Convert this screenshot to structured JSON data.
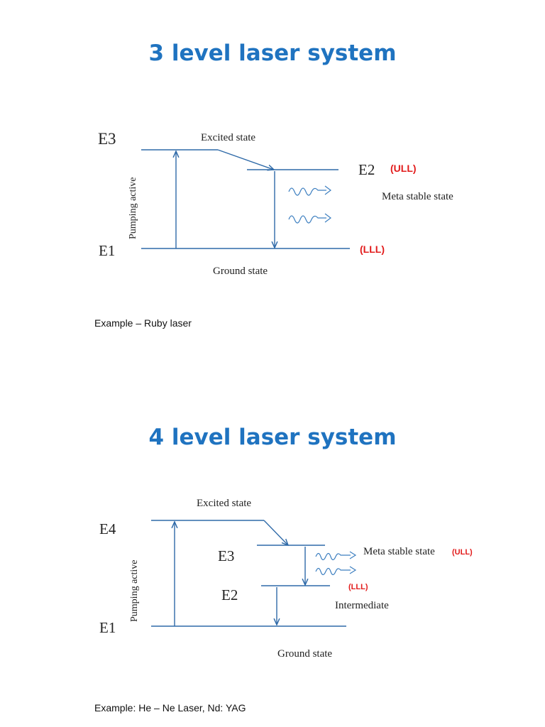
{
  "section1": {
    "title": "3 level laser system",
    "diagram": {
      "levels": {
        "e3": "E3",
        "e2": "E2",
        "e1": "E1"
      },
      "labels": {
        "excited": "Excited state",
        "metastable": "Meta stable state",
        "ground": "Ground state",
        "pumping": "Pumping active",
        "ull": "(ULL)",
        "lll": "(LLL)"
      }
    },
    "example": "Example – Ruby laser"
  },
  "section2": {
    "title": "4 level laser system",
    "diagram": {
      "levels": {
        "e4": "E4",
        "e3": "E3",
        "e2": "E2",
        "e1": "E1"
      },
      "labels": {
        "excited": "Excited state",
        "metastable": "Meta stable state",
        "intermediate": "Intermediate",
        "ground": "Ground state",
        "pumping": "Pumping active",
        "ull": "(ULL)",
        "lll": "(LLL)"
      }
    },
    "example": "Example: He – Ne Laser, Nd: YAG"
  },
  "colors": {
    "title": "#1f73c0",
    "line": "#2f6aa8",
    "highlight": "#e21b1b"
  }
}
